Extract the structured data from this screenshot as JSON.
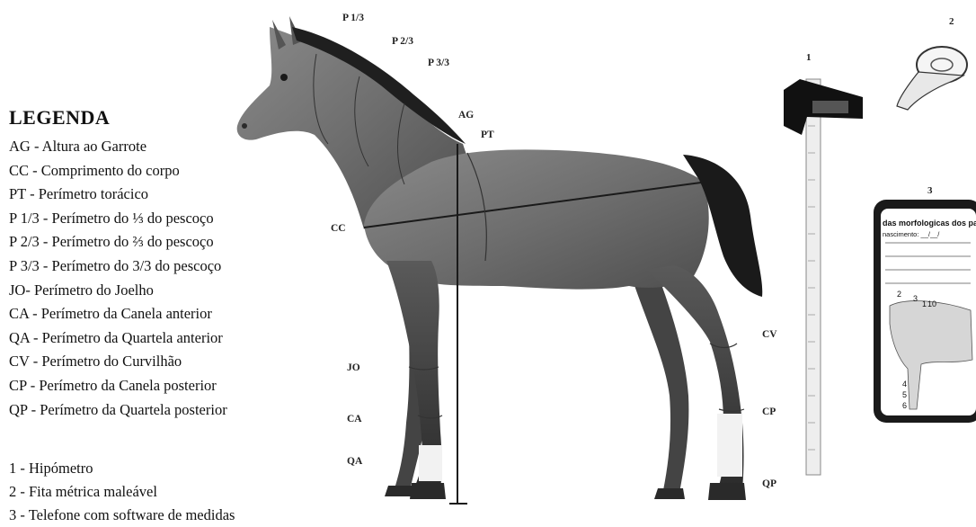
{
  "legend": {
    "title": "LEGENDA",
    "items": [
      "AG - Altura ao Garrote",
      "CC - Comprimento do corpo",
      "PT - Perímetro torácico",
      "P 1/3 - Perímetro do ⅓ do pescoço",
      "P 2/3 - Perímetro do ⅔ do pescoço",
      "P 3/3 - Perímetro do 3/3 do pescoço",
      "JO- Perímetro do Joelho",
      "CA - Perímetro da Canela anterior",
      "QA - Perímetro da Quartela anterior",
      "CV - Perímetro do Curvilhão",
      "CP - Perímetro da Canela posterior",
      "QP - Perímetro da Quartela posterior"
    ]
  },
  "tools": [
    "1 -  Hipómetro",
    "2 - Fita métrica maleável",
    "3 - Telefone com software de medidas"
  ],
  "labels": {
    "p13": "P 1/3",
    "p23": "P 2/3",
    "p33": "P 3/3",
    "ag": "AG",
    "pt": "PT",
    "cc": "CC",
    "jo": "JO",
    "ca": "CA",
    "qa": "QA",
    "cv": "CV",
    "cp": "CP",
    "qp": "QP"
  },
  "tool_numbers": {
    "hipometro": "1",
    "fita": "2",
    "telefone": "3"
  },
  "phone_screen": {
    "header": "das morfologicas dos pa",
    "field": "nascimento: __/__/",
    "figure_numbers": [
      "2",
      "3",
      "1",
      "10",
      "4",
      "5",
      "6"
    ]
  }
}
